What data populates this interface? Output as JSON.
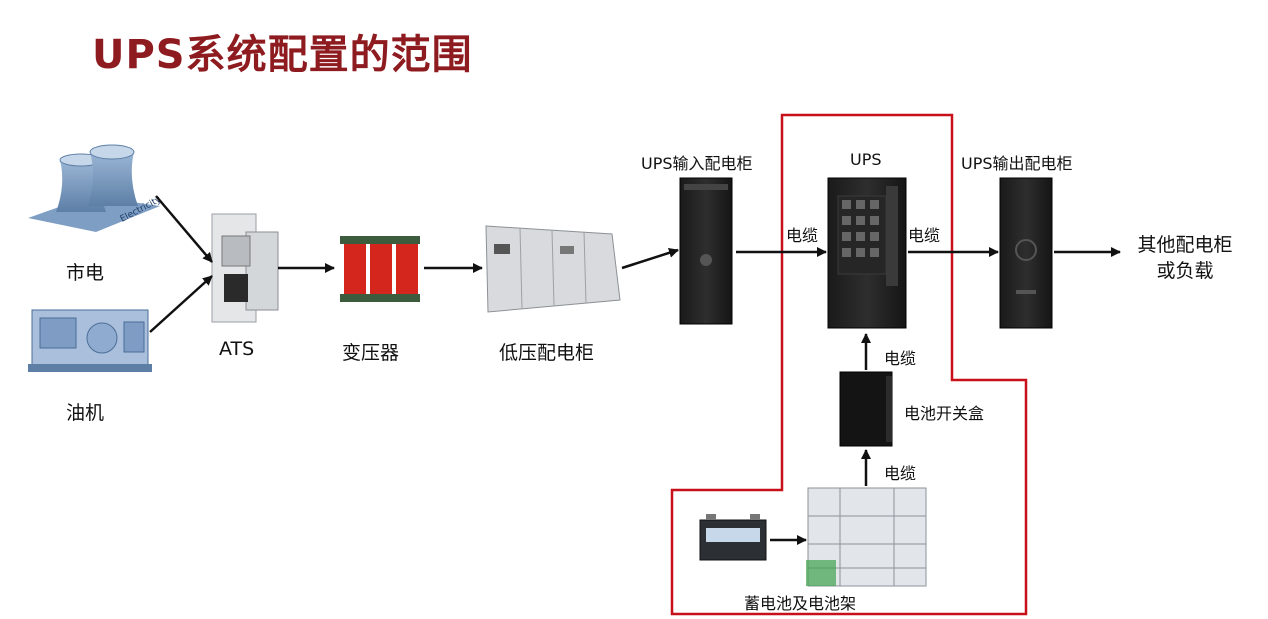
{
  "title": "UPS系统配置的范围",
  "nodes": {
    "grid": "市电",
    "generator": "油机",
    "ats": "ATS",
    "transformer": "变压器",
    "lv_cabinet": "低压配电柜",
    "ups_input_cabinet": "UPS输入配电柜",
    "ups": "UPS",
    "ups_output_cabinet": "UPS输出配电柜",
    "load_line1": "其他配电柜",
    "load_line2": "或负载",
    "battery_switch_box": "电池开关盒",
    "battery_rack": "蓄电池及电池架"
  },
  "cable_label": "电缆",
  "plant_text": "Electricity",
  "colors": {
    "title": "#8e1b1f",
    "boundary": "#c8101a",
    "arrow": "#111111"
  }
}
